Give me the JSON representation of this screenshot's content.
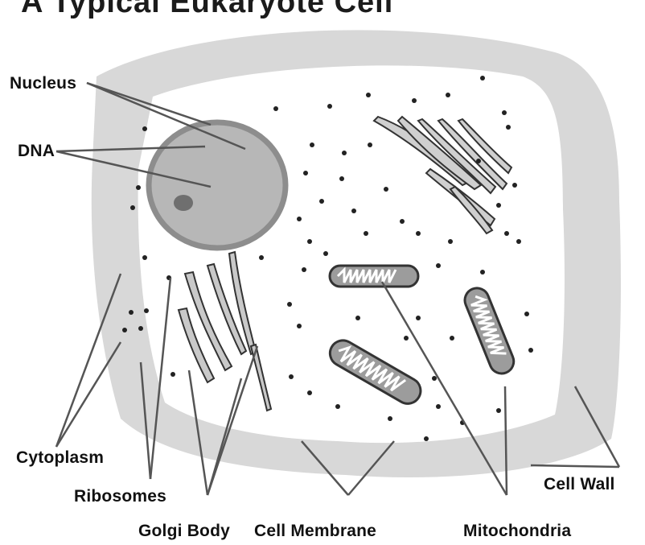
{
  "title": "A Typical Eukaryote Cell",
  "labels": {
    "nucleus": "Nucleus",
    "dna": "DNA",
    "cytoplasm": "Cytoplasm",
    "ribosomes": "Ribosomes",
    "golgi_body": "Golgi Body",
    "cell_membrane": "Cell Membrane",
    "mitochondria": "Mitochondria",
    "cell_wall": "Cell Wall"
  },
  "colors": {
    "cell_wall": "#d6d6d6",
    "cytoplasm": "#ffffff",
    "nucleus_fill": "#b9b9b9",
    "nucleus_border": "#8a8a8a",
    "organelle_fill": "#c8c8c8",
    "outline": "#333333"
  }
}
